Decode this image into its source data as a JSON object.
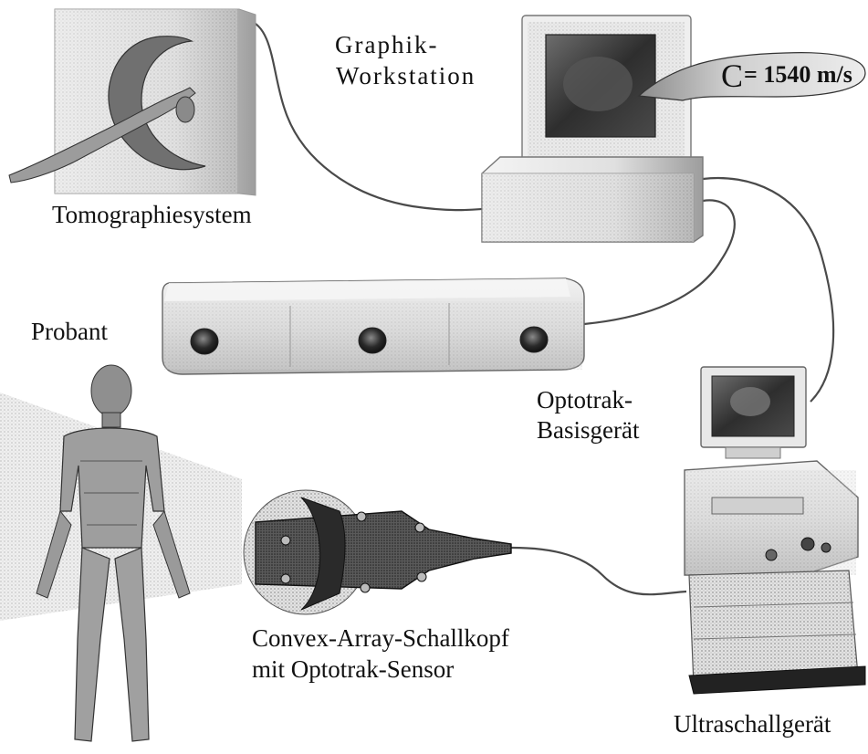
{
  "labels": {
    "tomography": "Tomographiesystem",
    "workstation_line1": "Graphik-",
    "workstation_line2": "Workstation",
    "sound_speed_symbol": "C",
    "sound_speed_value": "= 1540 m/s",
    "proband": "Probant",
    "optotrak_line1": "Optotrak-",
    "optotrak_line2": "Basisgerät",
    "probe_line1": "Convex-Array-Schallkopf",
    "probe_line2": "mit Optotrak-Sensor",
    "ultrasound": "Ultraschallgerät"
  },
  "colors": {
    "ink": "#111111",
    "halftone_light": "#d9d9d9",
    "halftone_mid": "#a8a8a8",
    "halftone_dark": "#3a3a3a",
    "cable": "#555555"
  }
}
